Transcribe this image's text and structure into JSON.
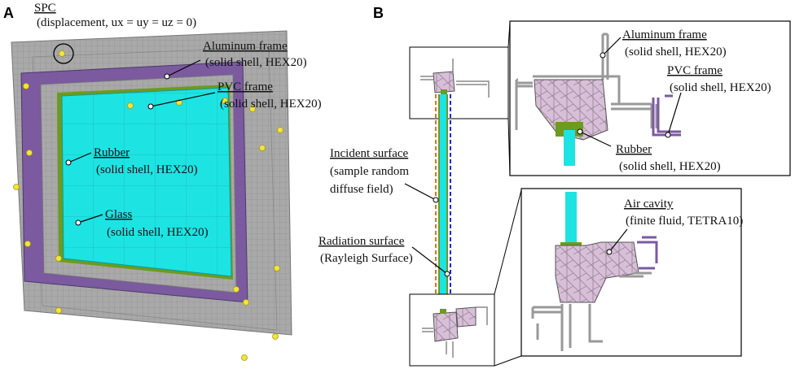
{
  "colors": {
    "glass": "#1ee3e3",
    "pvc": "#7b5aa0",
    "aluminum": "#a9a9a9",
    "rubber": "#6c9b1f",
    "cavity": "#d8bfd8",
    "incident_line": "#e0741e",
    "radiation_line": "#1c2cc8",
    "bolt": "#f2e53a"
  },
  "panel_a": {
    "letter": "A",
    "spc": {
      "title": "SPC",
      "desc": "(displacement, ux = uy = uz = 0)"
    },
    "aluminum": {
      "title": "Aluminum frame",
      "desc": "(solid shell, HEX20)"
    },
    "pvc": {
      "title": "PVC frame",
      "desc": "(solid shell, HEX20)"
    },
    "rubber": {
      "title": "Rubber",
      "desc": "(solid shell, HEX20)"
    },
    "glass": {
      "title": "Glass",
      "desc": "(solid shell, HEX20)"
    }
  },
  "panel_b": {
    "letter": "B",
    "incident": {
      "title": "Incident surface",
      "desc1": "(sample random",
      "desc2": "diffuse field)"
    },
    "radiation": {
      "title": "Radiation surface",
      "desc": "(Rayleigh Surface)"
    },
    "top_zoom": {
      "aluminum": {
        "title": "Aluminum frame",
        "desc": "(solid shell, HEX20)"
      },
      "pvc": {
        "title": "PVC frame",
        "desc": "(solid shell, HEX20)"
      },
      "rubber": {
        "title": "Rubber",
        "desc": "(solid shell, HEX20)"
      }
    },
    "bottom_zoom": {
      "air": {
        "title": "Air cavity",
        "desc": "(finite fluid, TETRA10)"
      }
    }
  }
}
